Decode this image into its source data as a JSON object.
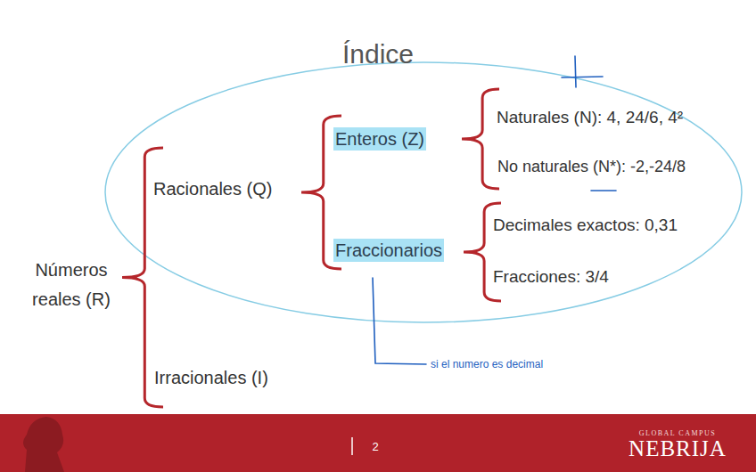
{
  "diagram": {
    "title": "Índice",
    "nodes": [
      {
        "text": [
          "Enteros (Z)"
        ]
      },
      {
        "text": [
          "Fraccionarios"
        ]
      }
    ],
    "labels": [
      "Números reales (R)",
      "Racionales (Q)",
      "Irracionales (I)",
      "Naturales (N): 4, 24/6, 4²",
      "No naturales (N*): -2,-24/8",
      "Decimales exactos: 0,31",
      "Fracciones: 3/4",
      "si el numero es decimal",
      "2",
      "GLOBAL CAMPUS",
      "NEBRIJA"
    ]
  }
}
